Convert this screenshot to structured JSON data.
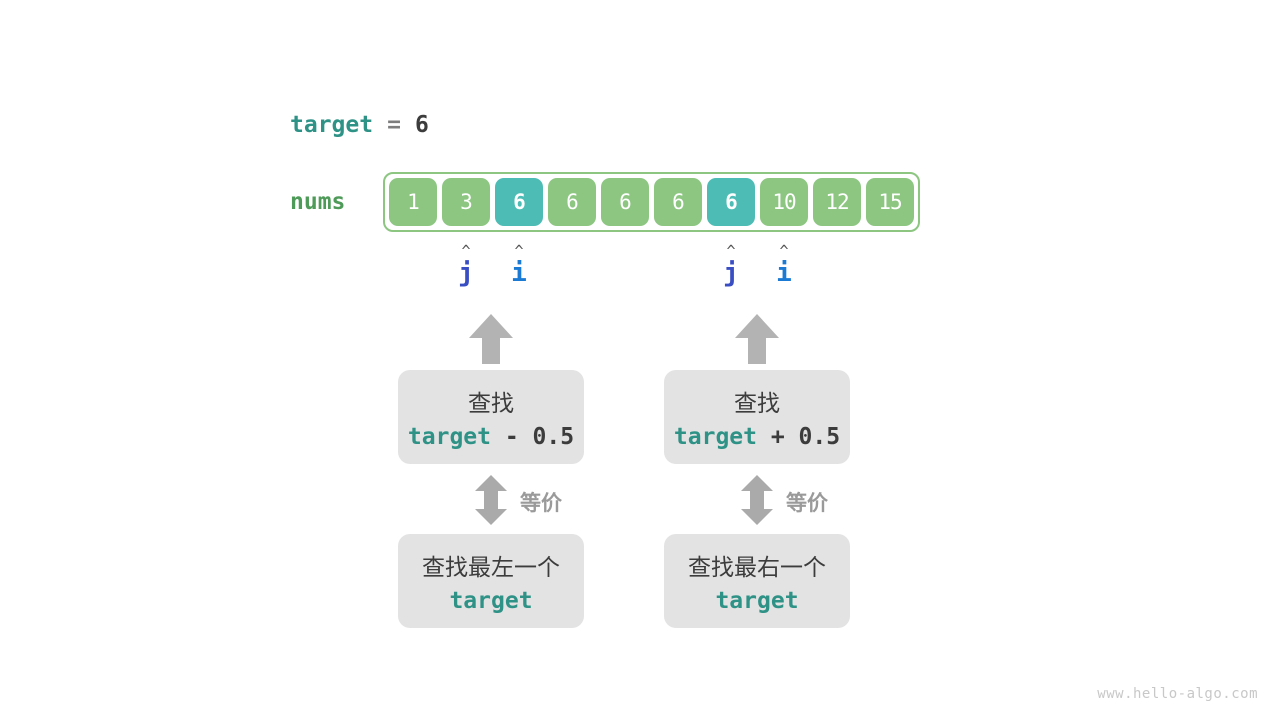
{
  "diagram": {
    "title_row": {
      "var_name": "target",
      "equals": "=",
      "value": "6"
    },
    "array": {
      "label": "nums",
      "cells": [
        {
          "value": "1",
          "highlighted": false
        },
        {
          "value": "3",
          "highlighted": false
        },
        {
          "value": "6",
          "highlighted": true
        },
        {
          "value": "6",
          "highlighted": false
        },
        {
          "value": "6",
          "highlighted": false
        },
        {
          "value": "6",
          "highlighted": false
        },
        {
          "value": "6",
          "highlighted": true
        },
        {
          "value": "10",
          "highlighted": false
        },
        {
          "value": "12",
          "highlighted": false
        },
        {
          "value": "15",
          "highlighted": false
        }
      ],
      "cell_color": "#8cc681",
      "highlight_color": "#4cbcb4",
      "frame_color": "#8cc681"
    },
    "pointers": [
      {
        "name": "j",
        "caret": "^",
        "cell_index": 1,
        "color": "#3a4ec4"
      },
      {
        "name": "i",
        "caret": "^",
        "cell_index": 2,
        "color": "#1a7ad4"
      },
      {
        "name": "j",
        "caret": "^",
        "cell_index": 6,
        "color": "#3a4ec4"
      },
      {
        "name": "i",
        "caret": "^",
        "cell_index": 7,
        "color": "#1a7ad4"
      }
    ],
    "columns": [
      {
        "upper_box": {
          "line1": "查找",
          "expr_var": "target",
          "expr_op": " - ",
          "expr_num": "0.5"
        },
        "equivalence_label": "等价",
        "lower_box": {
          "line1": "查找最左一个",
          "line2": "target"
        }
      },
      {
        "upper_box": {
          "line1": "查找",
          "expr_var": "target",
          "expr_op": " + ",
          "expr_num": "0.5"
        },
        "equivalence_label": "等价",
        "lower_box": {
          "line1": "查找最右一个",
          "line2": "target"
        }
      }
    ],
    "colors": {
      "teal": "#2f9287",
      "dark": "#3c3c3c",
      "gray": "#9a9a9a",
      "box_bg": "#e3e3e3"
    },
    "watermark": "www.hello-algo.com"
  }
}
